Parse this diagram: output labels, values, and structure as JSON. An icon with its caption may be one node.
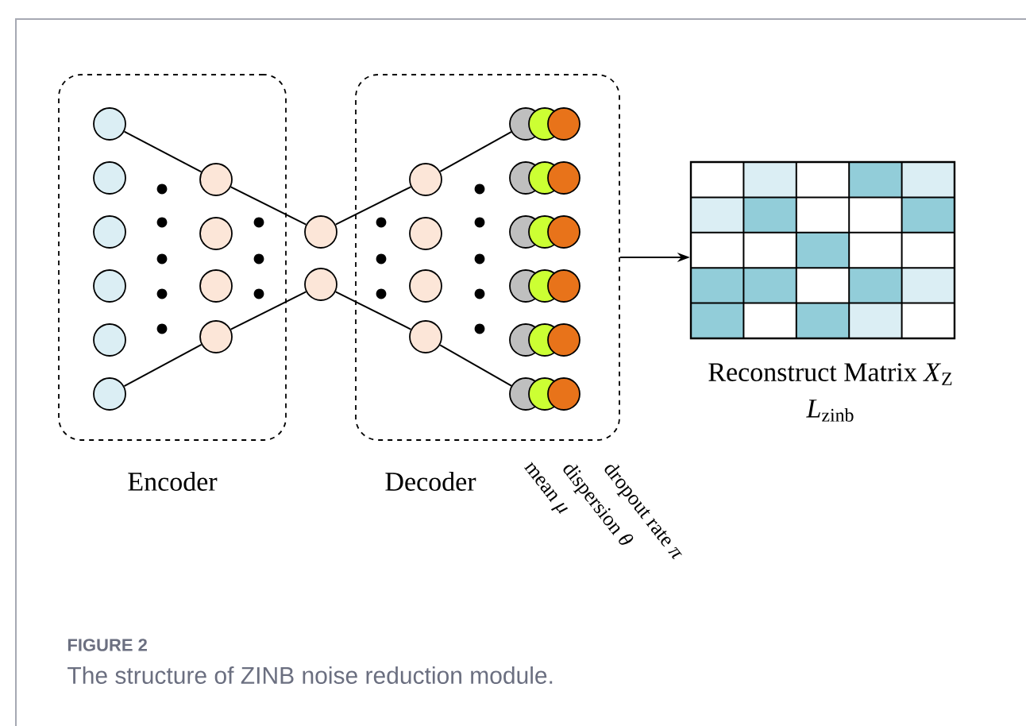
{
  "diagram": {
    "title": "FIGURE 2",
    "caption": "The structure of ZINB noise reduction module.",
    "nodes": [
      {
        "text": [
          "Encoder"
        ]
      },
      {
        "text": [],
        "shape": "circle",
        "in": 0
      },
      {
        "text": [],
        "shape": "circle",
        "in": 0
      },
      {
        "text": [],
        "shape": "circle",
        "in": 0
      },
      {
        "text": [],
        "shape": "circle",
        "in": 0
      },
      {
        "text": [],
        "shape": "circle",
        "in": 0
      },
      {
        "text": [],
        "shape": "circle",
        "in": 0
      },
      {
        "text": [],
        "shape": "circle",
        "in": 0
      },
      {
        "text": [],
        "shape": "circle",
        "in": 0
      },
      {
        "text": [],
        "shape": "circle",
        "in": 0
      },
      {
        "text": [],
        "shape": "circle",
        "in": 0
      },
      {
        "text": [],
        "shape": "circle"
      },
      {
        "text": [],
        "shape": "circle"
      },
      {
        "text": [
          "Decoder"
        ]
      },
      {
        "text": [],
        "shape": "circle",
        "in": 13
      },
      {
        "text": [],
        "shape": "circle",
        "in": 13
      },
      {
        "text": [],
        "shape": "circle",
        "in": 13
      },
      {
        "text": [],
        "shape": "circle",
        "in": 13
      },
      {
        "text": [],
        "shape": "circle",
        "in": 13
      },
      {
        "text": [],
        "shape": "circle",
        "in": 13
      },
      {
        "text": [],
        "shape": "circle",
        "in": 13
      },
      {
        "text": [],
        "shape": "circle",
        "in": 13
      },
      {
        "text": [],
        "shape": "circle",
        "in": 13
      },
      {
        "text": [],
        "shape": "circle",
        "in": 13
      },
      {
        "text": [],
        "shape": "box",
        "beside": [
          "Reconstruct Matrix *X*$_{Z}$",
          "*L*$_{zinb}$"
        ]
      }
    ],
    "edges": [
      {
        "from": 1,
        "to": 7,
        "arrow": "none"
      },
      {
        "from": 7,
        "to": 11,
        "arrow": "none"
      },
      {
        "from": 6,
        "to": 10,
        "arrow": "none"
      },
      {
        "from": 10,
        "to": 12,
        "arrow": "none"
      },
      {
        "from": 11,
        "to": 14,
        "arrow": "none"
      },
      {
        "from": 14,
        "to": 18,
        "arrow": "none"
      },
      {
        "from": 12,
        "to": 17,
        "arrow": "none"
      },
      {
        "from": 17,
        "to": 23,
        "arrow": "none"
      },
      {
        "from": 13,
        "to": 24,
        "arrow": "to"
      }
    ],
    "labels": [
      "mean *μ*",
      "dispersion *θ*",
      "dropout rate *π*"
    ]
  }
}
